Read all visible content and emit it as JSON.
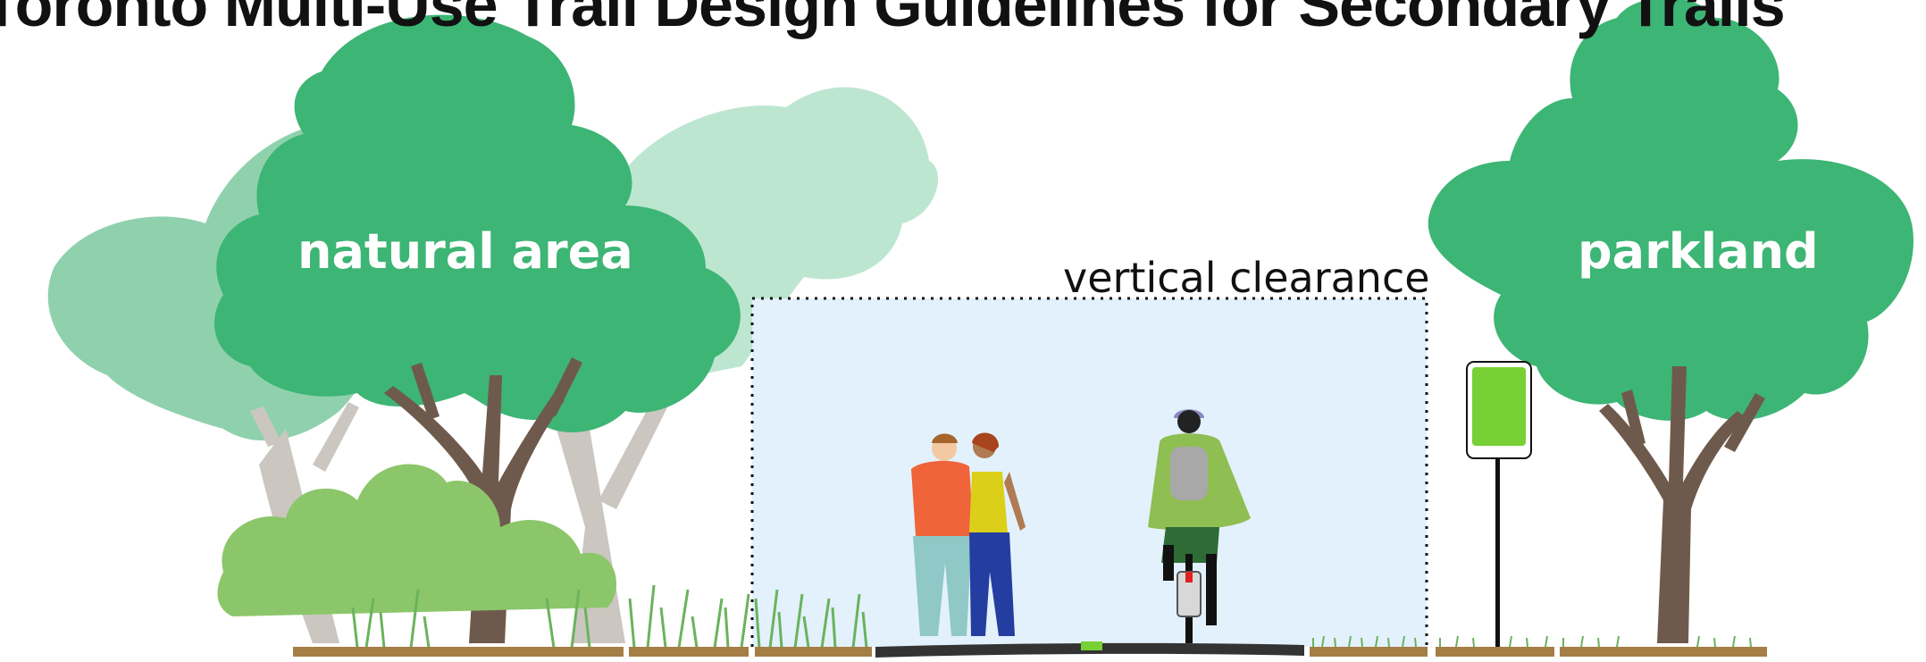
{
  "title": "Toronto Multi-Use Trail Design Guidelines for Secondary Trails",
  "labels": {
    "natural_area": "natural area",
    "parkland": "parkland",
    "vertical_clearance": "vertical clearance"
  },
  "colors": {
    "tree_dark": "#3db574",
    "tree_mid": "#8fd1ad",
    "tree_light": "#bce6d0",
    "shrub": "#8cc66a",
    "trunk": "#6e5a4c",
    "trunk_pale": "#cbc6c0",
    "ground": "#a47e45",
    "clearance_fill": "#e3f1fc",
    "sign": "#77d135",
    "trail": "#333333"
  }
}
